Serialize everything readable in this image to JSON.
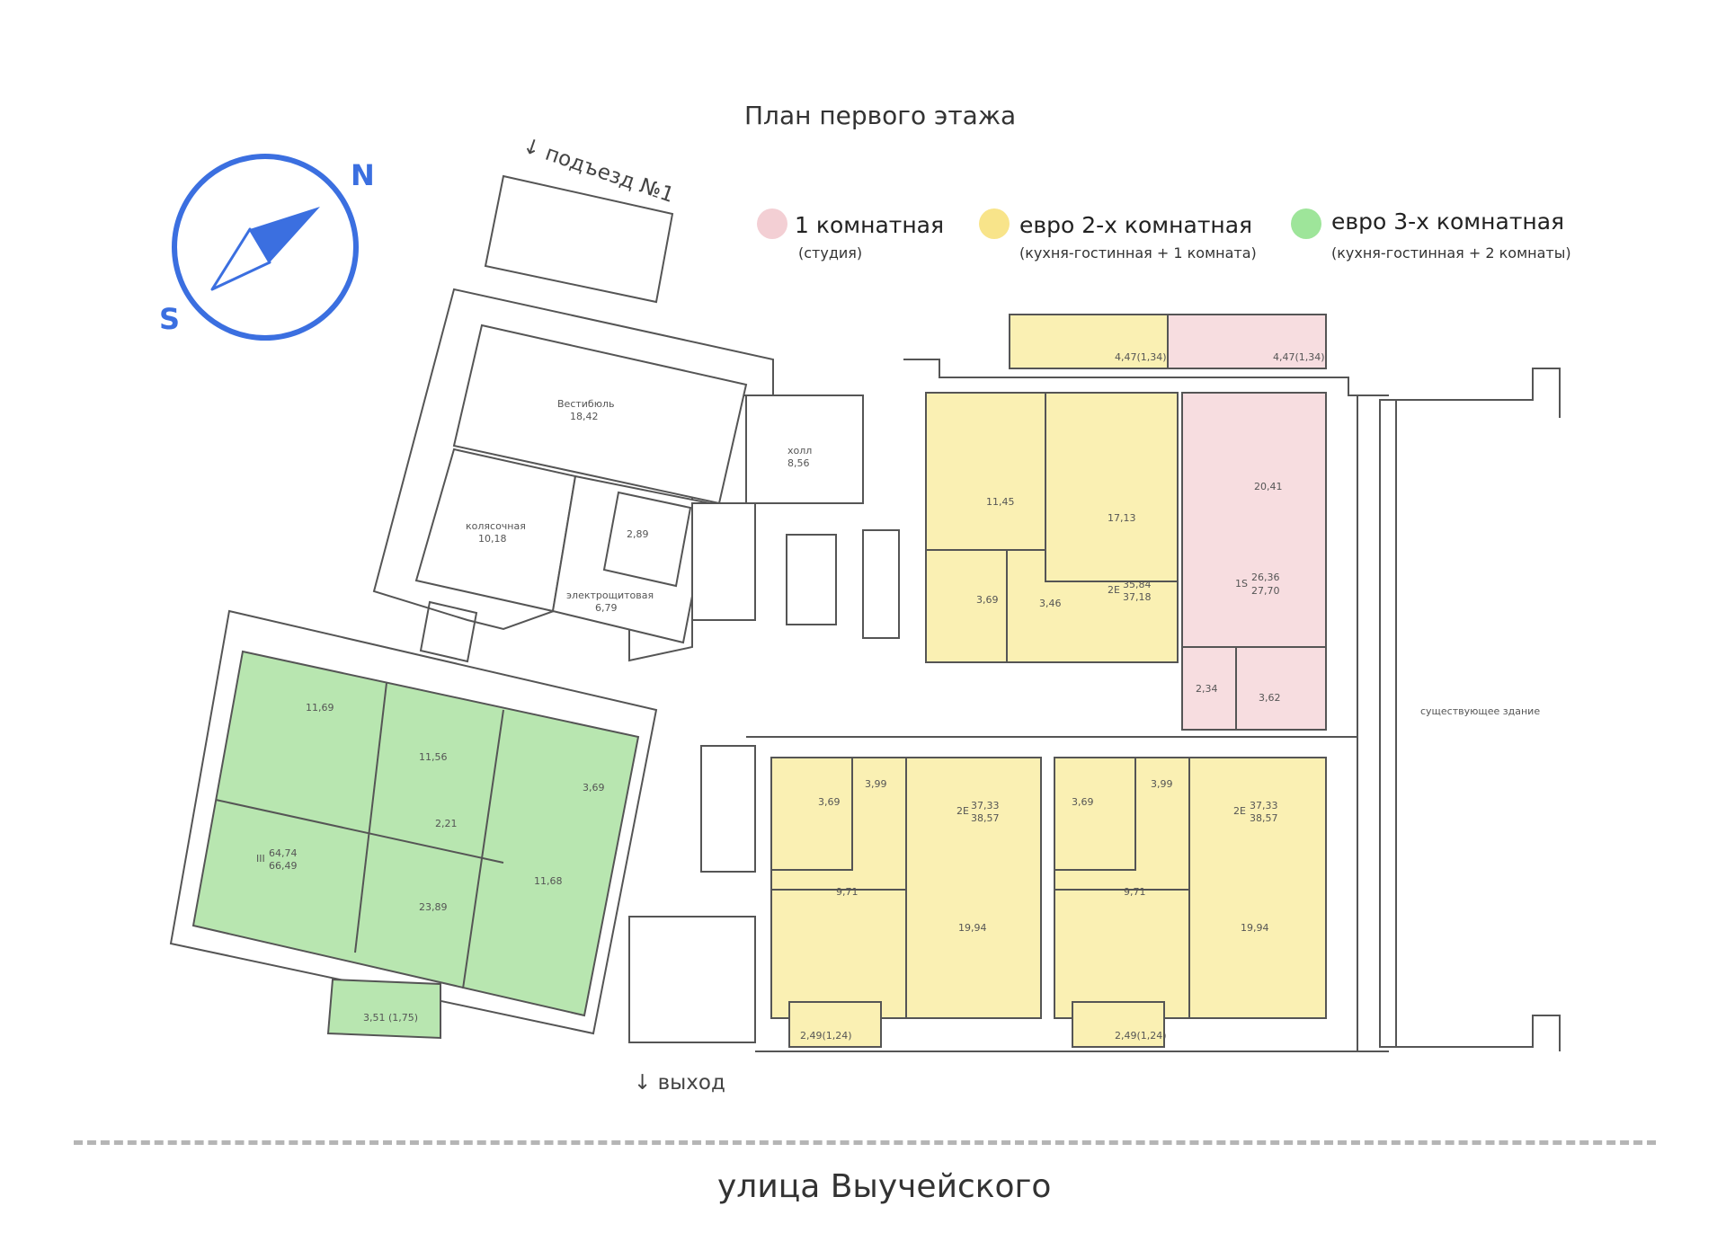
{
  "title": "План первого этажа",
  "compass": {
    "north": "N",
    "south": "S",
    "color": "#3b6fe0"
  },
  "legend": [
    {
      "label": "1 комнатная",
      "sub": "(студия)",
      "color": "#f3cfd4"
    },
    {
      "label": "евро 2-х комнатная",
      "sub": "(кухня-гостинная + 1 комната)",
      "color": "#f8e48a"
    },
    {
      "label": "евро 3-х комнатная",
      "sub": "(кухня-гостинная + 2 комнаты)",
      "color": "#9ee59a"
    }
  ],
  "colors": {
    "studio": "#f7dde0",
    "euro2": "#faf0b3",
    "euro3": "#b8e6b0",
    "wall": "#555555"
  },
  "entrance": "↓ подъезд №1",
  "exit": "↓ выход",
  "street": "улица Выучейского",
  "existing_building": "существующее здание",
  "rooms": {
    "vestibule_name": "Вестибюль",
    "vestibule_area": "18,42",
    "hall_name": "холл",
    "hall_area": "8,56",
    "stroller_name": "колясочная",
    "stroller_area": "10,18",
    "wc_area": "2,89",
    "electrical_name": "электрощитовая",
    "electrical_area": "6,79",
    "a1_bedroom": "11,45",
    "a1_living": "17,13",
    "a1_bath": "3,69",
    "a1_hall": "3,46",
    "a1_code": "2Е",
    "a1_area1": "35,84",
    "a1_area2": "37,18",
    "a1_balcony": "4,47(1,34)",
    "a2_room": "20,41",
    "a2_code": "1S",
    "a2_area1": "26,36",
    "a2_area2": "27,70",
    "a2_hall": "2,34",
    "a2_bath": "3,62",
    "a2_balcony": "4,47(1,34)",
    "a3_room1": "11,69",
    "a3_room2": "11,56",
    "a3_bath": "3,69",
    "a3_wc": "2,21",
    "a3_code": "III",
    "a3_area1": "64,74",
    "a3_area2": "66,49",
    "a3_living": "23,89",
    "a3_bedroom": "11,68",
    "a3_balcony": "3,51 (1,75)",
    "a4_bath": "3,69",
    "a4_hall": "3,99",
    "a4_code": "2Е",
    "a4_area1": "37,33",
    "a4_area2": "38,57",
    "a4_bedroom": "9,71",
    "a4_living": "19,94",
    "a4_balcony": "2,49(1,24)",
    "a5_bath": "3,69",
    "a5_hall": "3,99",
    "a5_code": "2Е",
    "a5_area1": "37,33",
    "a5_area2": "38,57",
    "a5_bedroom": "9,71",
    "a5_living": "19,94",
    "a5_balcony": "2,49(1,24)"
  }
}
